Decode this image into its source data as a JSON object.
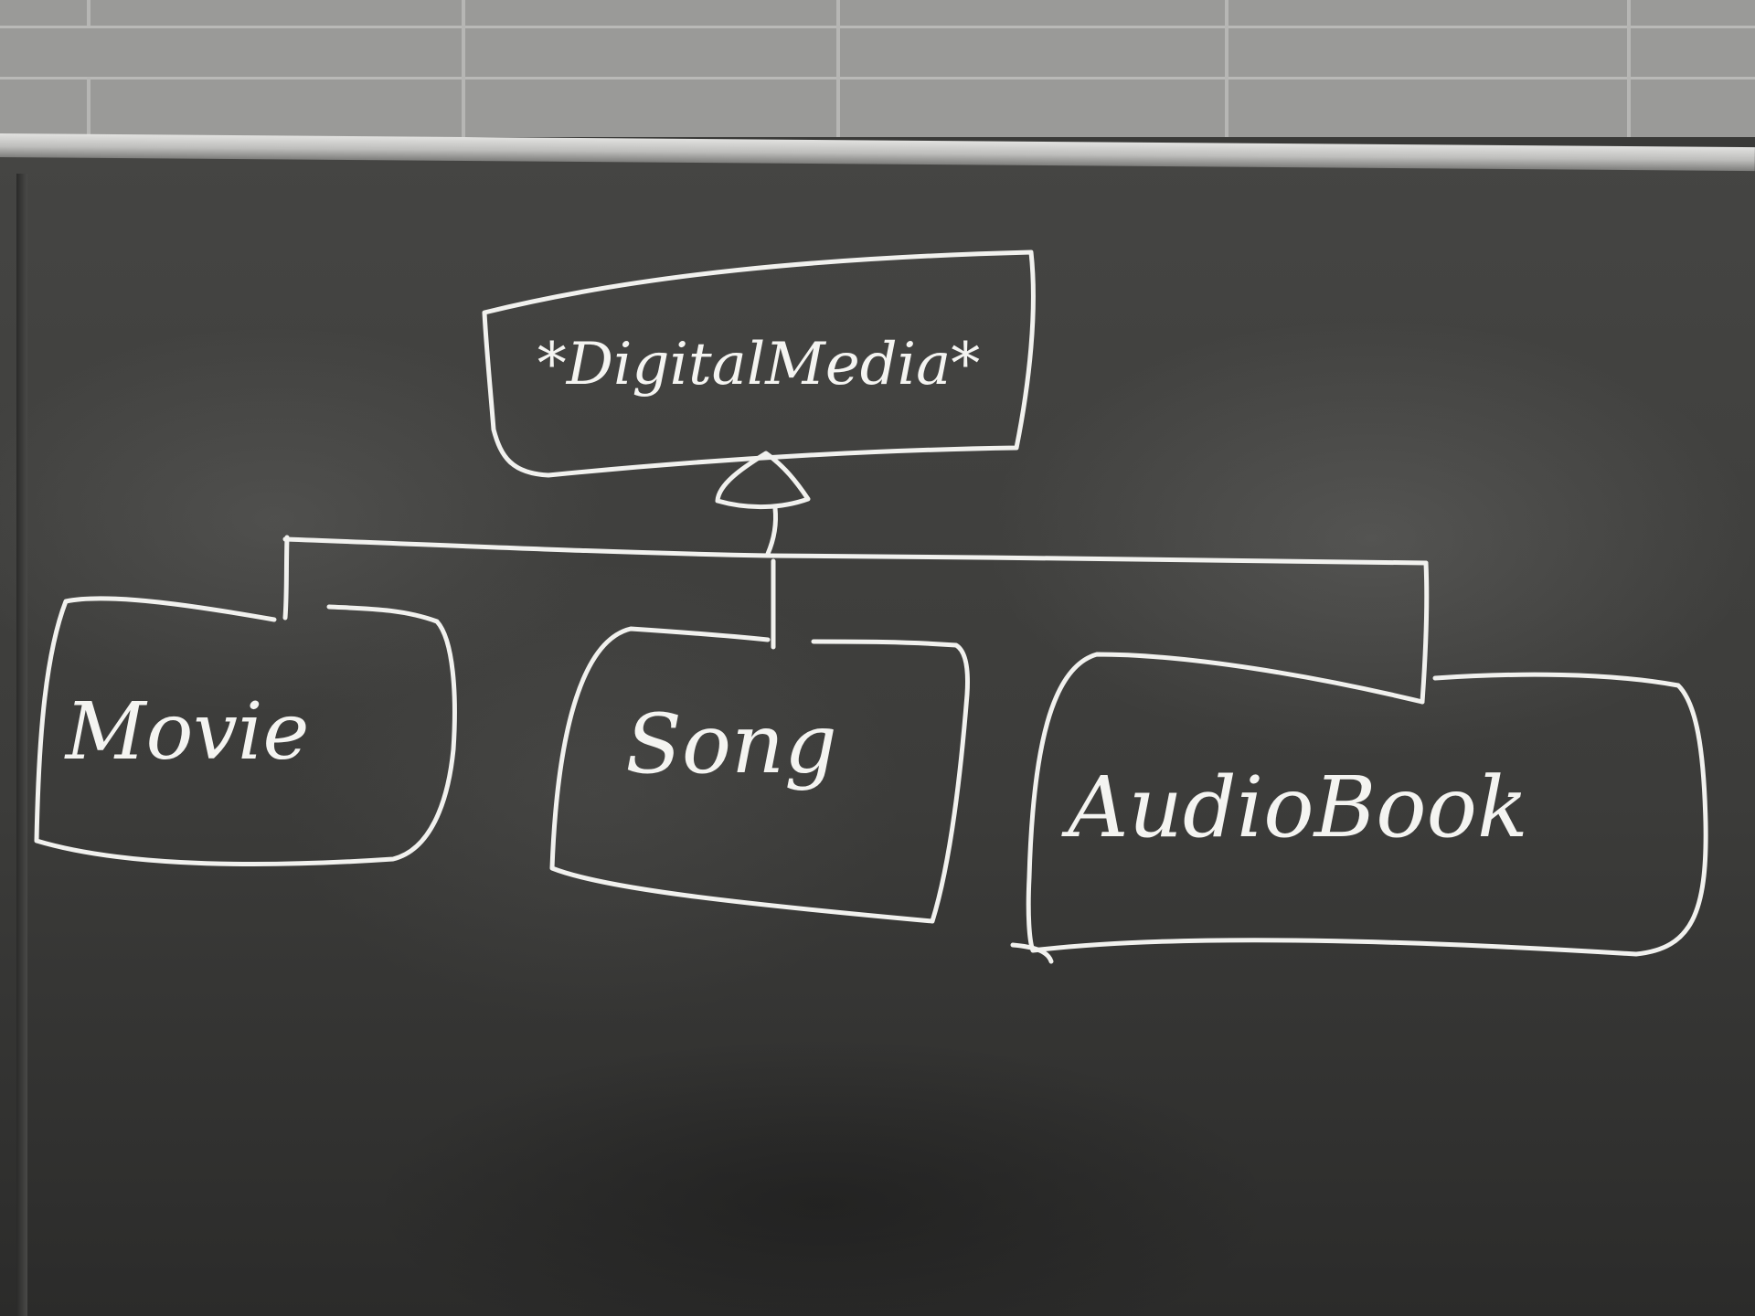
{
  "diagram": {
    "parent": {
      "label": "*DigitalMedia*"
    },
    "children": [
      {
        "id": "movie",
        "label": "Movie"
      },
      {
        "id": "song",
        "label": "Song"
      },
      {
        "id": "audiobook",
        "label": "AudioBook"
      }
    ],
    "relationship": "inheritance"
  },
  "colors": {
    "chalk": "#f1f1ee",
    "board": "#3c3c3a",
    "wall": "#9a9a98"
  }
}
